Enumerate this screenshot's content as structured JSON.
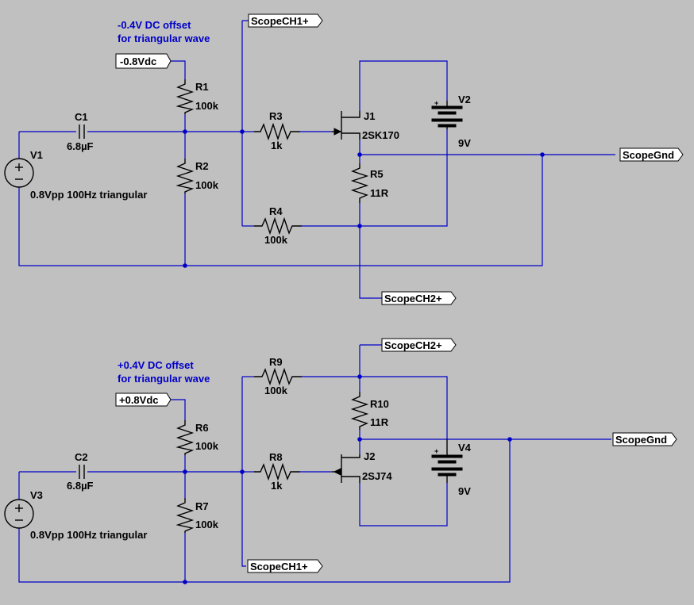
{
  "circuit1": {
    "note_line1": "-0.4V DC offset",
    "note_line2": "for triangular wave",
    "bias_flag": "-0.8Vdc",
    "c1": {
      "name": "C1",
      "value": "6.8µF"
    },
    "r1": {
      "name": "R1",
      "value": "100k"
    },
    "r2": {
      "name": "R2",
      "value": "100k"
    },
    "r3": {
      "name": "R3",
      "value": "1k"
    },
    "r4": {
      "name": "R4",
      "value": "100k"
    },
    "r5": {
      "name": "R5",
      "value": "11R"
    },
    "v1": {
      "name": "V1",
      "value": "0.8Vpp 100Hz triangular"
    },
    "j1": {
      "name": "J1",
      "value": "2SK170"
    },
    "v2": {
      "name": "V2",
      "value": "9V"
    },
    "flag_ch1": "ScopeCH1+",
    "flag_ch2": "ScopeCH2+",
    "flag_gnd": "ScopeGnd"
  },
  "circuit2": {
    "note_line1": "+0.4V DC offset",
    "note_line2": "for triangular wave",
    "bias_flag": "+0.8Vdc",
    "c2": {
      "name": "C2",
      "value": "6.8µF"
    },
    "r6": {
      "name": "R6",
      "value": "100k"
    },
    "r7": {
      "name": "R7",
      "value": "100k"
    },
    "r8": {
      "name": "R8",
      "value": "1k"
    },
    "r9": {
      "name": "R9",
      "value": "100k"
    },
    "r10": {
      "name": "R10",
      "value": "11R"
    },
    "v3": {
      "name": "V3",
      "value": "0.8Vpp 100Hz triangular"
    },
    "j2": {
      "name": "J2",
      "value": "2SJ74"
    },
    "v4": {
      "name": "V4",
      "value": "9V"
    },
    "flag_ch1": "ScopeCH1+",
    "flag_ch2": "ScopeCH2+",
    "flag_gnd": "ScopeGnd"
  },
  "colors": {
    "background": "#c0c0c0",
    "wire": "#0000c8",
    "component": "#000000",
    "note": "#0000c8"
  },
  "icons": {
    "battery": "battery-icon",
    "source": "voltage-source-icon",
    "resistor": "resistor-icon",
    "capacitor": "capacitor-icon",
    "jfet": "jfet-icon",
    "flag": "net-flag-icon"
  }
}
